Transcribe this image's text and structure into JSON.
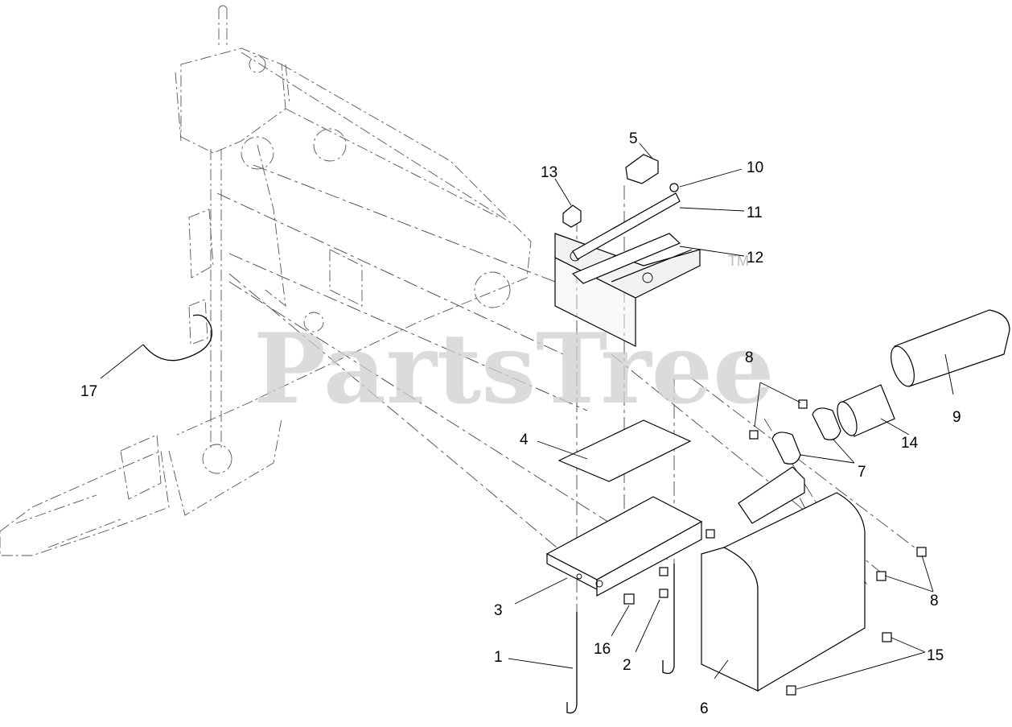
{
  "watermark": {
    "text": "PartsTree",
    "trademark": "TM"
  },
  "callouts": {
    "c1": "1",
    "c2": "2",
    "c3": "3",
    "c4": "4",
    "c5": "5",
    "c6": "6",
    "c7": "7",
    "c8a": "8",
    "c8b": "8",
    "c9": "9",
    "c10": "10",
    "c11": "11",
    "c12": "12",
    "c13": "13",
    "c14": "14",
    "c15": "15",
    "c16": "16",
    "c17": "17"
  }
}
